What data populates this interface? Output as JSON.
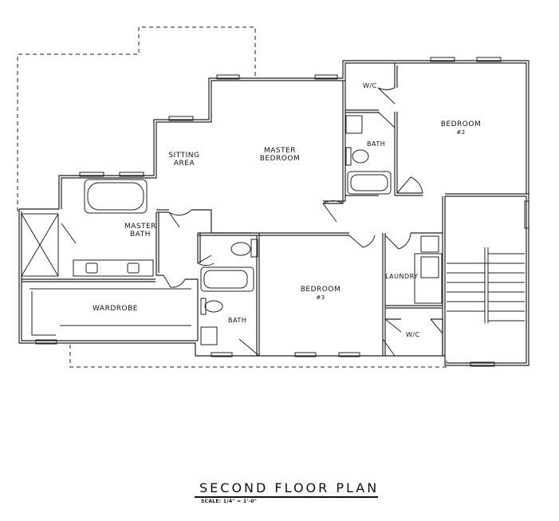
{
  "title": "SECOND FLOOR PLAN",
  "scale": "SCALE: 1/4\" = 1'-0\"",
  "rooms": {
    "wic_top": "W/C",
    "bedroom2_line1": "BEDROOM",
    "bedroom2_line2": "#2",
    "bath_top": "BATH",
    "master_bedroom_line1": "MASTER",
    "master_bedroom_line2": "BEDROOM",
    "sitting_line1": "SITTING",
    "sitting_line2": "AREA",
    "master_bath_line1": "MASTER",
    "master_bath_line2": "BATH",
    "wardrobe": "WARDROBE",
    "bath_lower": "BATH",
    "bedroom3_line1": "BEDROOM",
    "bedroom3_line2": "#3",
    "laundry": "LAUNDRY",
    "wic_lower": "W/C"
  }
}
